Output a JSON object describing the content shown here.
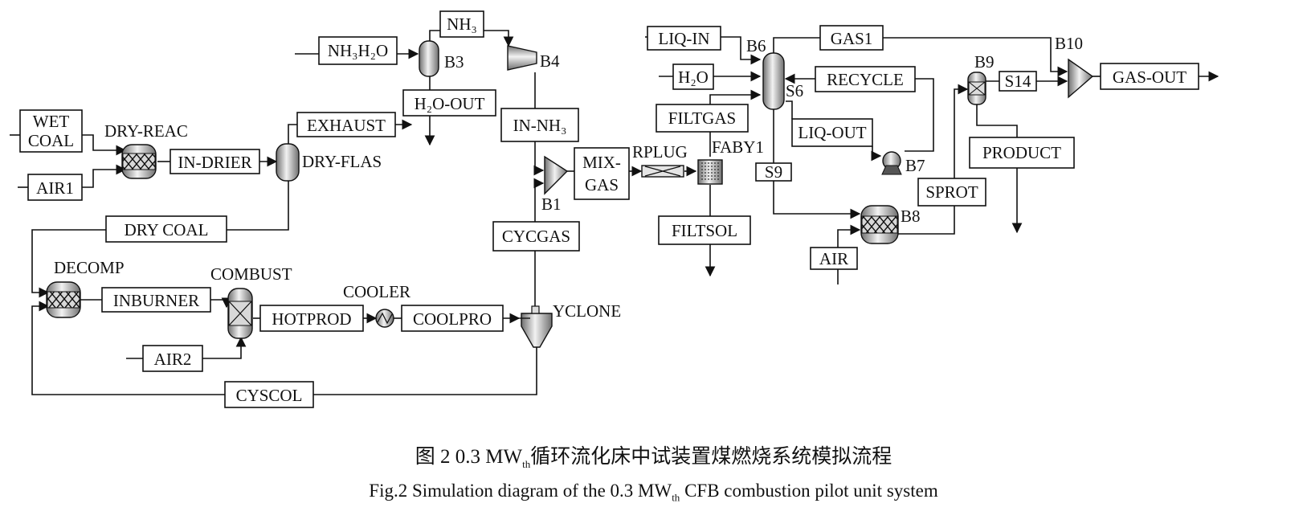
{
  "diagram": {
    "streams": {
      "wet_coal_1": "WET",
      "wet_coal_2": "COAL",
      "air1": "AIR1",
      "in_drier": "IN-DRIER",
      "exhaust": "EXHAUST",
      "nh3h2o": "NH₃H₂O",
      "nh3": "NH₃",
      "h2o_out": "H₂O-OUT",
      "in_nh3": "IN-NH₃",
      "dry_coal": "DRY COAL",
      "inburner": "INBURNER",
      "hotprod": "HOTPROD",
      "coolpro": "COOLPRO",
      "air2": "AIR2",
      "cyscol": "CYSCOL",
      "cycgas": "CYCGAS",
      "mix_gas_1": "MIX-",
      "mix_gas_2": "GAS",
      "filtgas": "FILTGAS",
      "filtsol": "FILTSOL",
      "liq_in": "LIQ-IN",
      "h2o": "H₂O",
      "gas1": "GAS1",
      "recycle": "RECYCLE",
      "liq_out": "LIQ-OUT",
      "s9": "S9",
      "s14": "S14",
      "gas_out": "GAS-OUT",
      "product": "PRODUCT",
      "sprot": "SPROT",
      "air": "AIR"
    },
    "blocks": {
      "dry_reac": "DRY-REAC",
      "dry_flas": "DRY-FLAS",
      "b3": "B3",
      "b4": "B4",
      "b1": "B1",
      "rplug": "RPLUG",
      "faby1": "FABY1",
      "decomp": "DECOMP",
      "combust": "COMBUST",
      "cooler": "COOLER",
      "yclone": "YCLONE",
      "b6": "B6",
      "s6": "S6",
      "b7": "B7",
      "b8": "B8",
      "b9": "B9",
      "b10": "B10"
    }
  },
  "caption": {
    "cn_prefix": "图 2   0.3 MW",
    "cn_sub": "th",
    "cn_rest": "循环流化床中试装置煤燃烧系统模拟流程",
    "en_prefix": "Fig.2   Simulation diagram of the 0.3 MW",
    "en_sub": "th",
    "en_rest": " CFB combustion pilot unit system"
  }
}
